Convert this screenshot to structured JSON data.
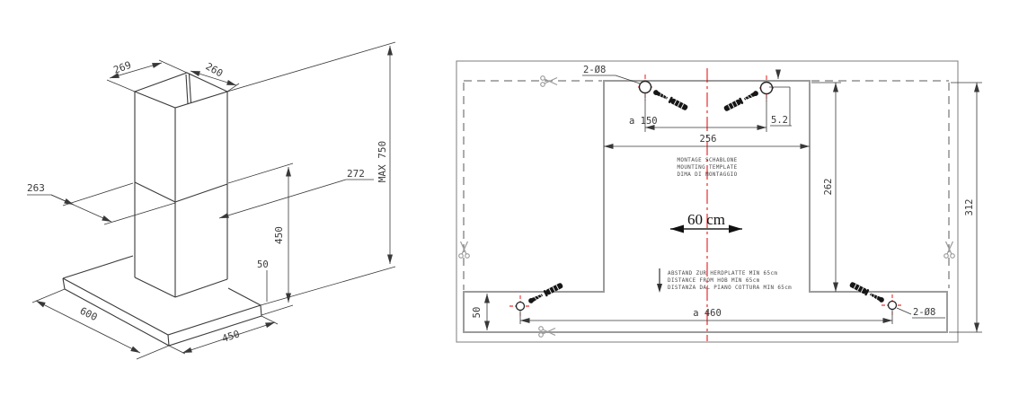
{
  "colors": {
    "line_dark": "#3a3a3a",
    "template_gray": "#9c9c9c",
    "border_gray": "#7d7d7d",
    "centerline_red": "#e60000",
    "background": "#ffffff"
  },
  "isometric": {
    "dim_top_depth": "269",
    "dim_top_width": "260",
    "dim_body_depth": "263",
    "dim_body_width": "272",
    "dim_max_height": "MAX 750",
    "dim_body_height": "450",
    "dim_base_thickness": "50",
    "dim_base_width": "600",
    "dim_base_depth": "450"
  },
  "template": {
    "holes_top_label": "2-Ø8",
    "holes_bottom_label": "2-Ø8",
    "dim_hole_spacing_top": "a 150",
    "dim_hole_offset": "5.2",
    "dim_column_width": "256",
    "dim_column_height": "262",
    "dim_total_height": "312",
    "dim_hole_spacing_bottom": "a 460",
    "dim_band_height": "50",
    "width_label": "60 cm",
    "title_lines": [
      "MONTAGE SCHABLONE",
      "MOUNTING TEMPLATE",
      "DIMA DI MONTAGGIO"
    ],
    "warning_lines": [
      "ABSTAND ZUR HERDPLATTE MIN 65cm",
      "DISTANCE FROM HOB MIN  65cm",
      "DISTANZA DAL PIANO COTTURA MIN 65cm"
    ]
  }
}
